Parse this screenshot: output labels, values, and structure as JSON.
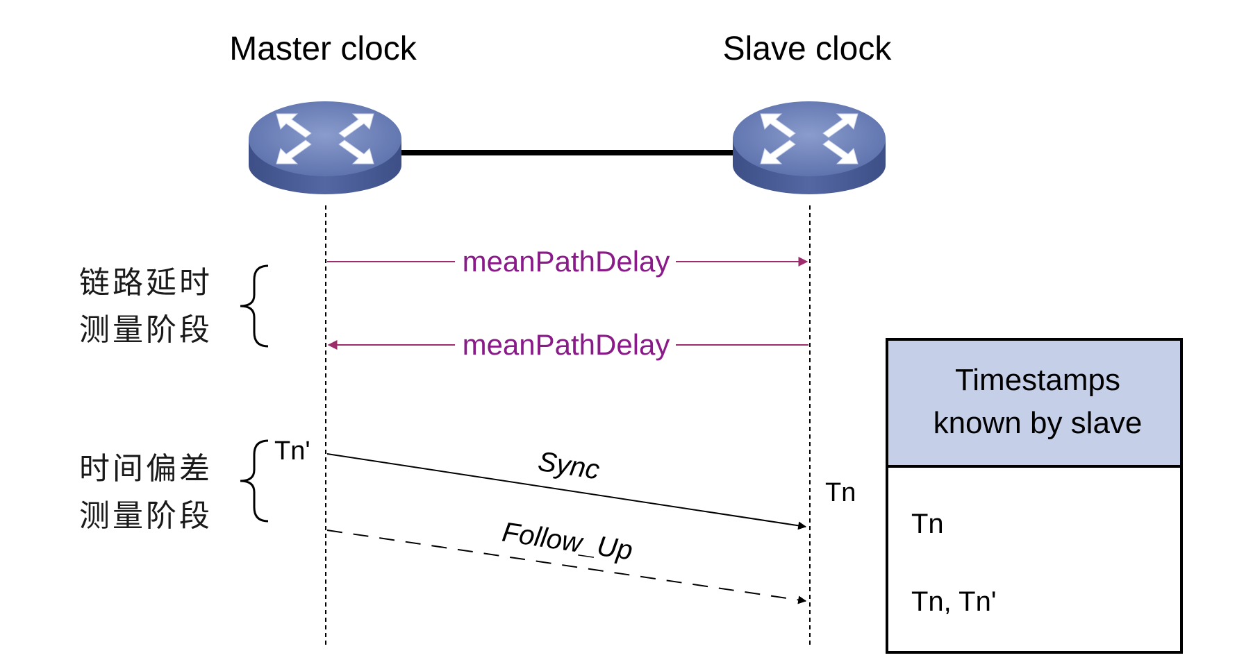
{
  "nodes": {
    "master": {
      "label": "Master clock"
    },
    "slave": {
      "label": "Slave clock"
    }
  },
  "phases": {
    "delay_measurement": {
      "line1": "链路延时",
      "line2": "测量阶段"
    },
    "offset_measurement": {
      "line1": "时间偏差",
      "line2": "测量阶段"
    }
  },
  "messages": {
    "delay_request": {
      "label": "meanPathDelay",
      "direction": "master-to-slave"
    },
    "delay_response": {
      "label": "meanPathDelay",
      "direction": "slave-to-master"
    },
    "sync": {
      "label": "Sync",
      "direction": "master-to-slave",
      "style": "solid"
    },
    "follow_up": {
      "label": "Follow_Up",
      "direction": "master-to-slave",
      "style": "dashed"
    }
  },
  "timestamps": {
    "master_send": "Tn'",
    "slave_receive": "Tn"
  },
  "table": {
    "header_line1": "Timestamps",
    "header_line2": "known by slave",
    "rows": [
      "Tn",
      "Tn, Tn'"
    ]
  },
  "colors": {
    "message_purple": "#9c2c6c",
    "label_purple": "#8a1a8a",
    "table_header_bg": "#c5d0e8",
    "switch_top": "#6b7fb8",
    "switch_side": "#4a5c96"
  },
  "icons": {
    "master": "network-switch-icon",
    "slave": "network-switch-icon"
  }
}
